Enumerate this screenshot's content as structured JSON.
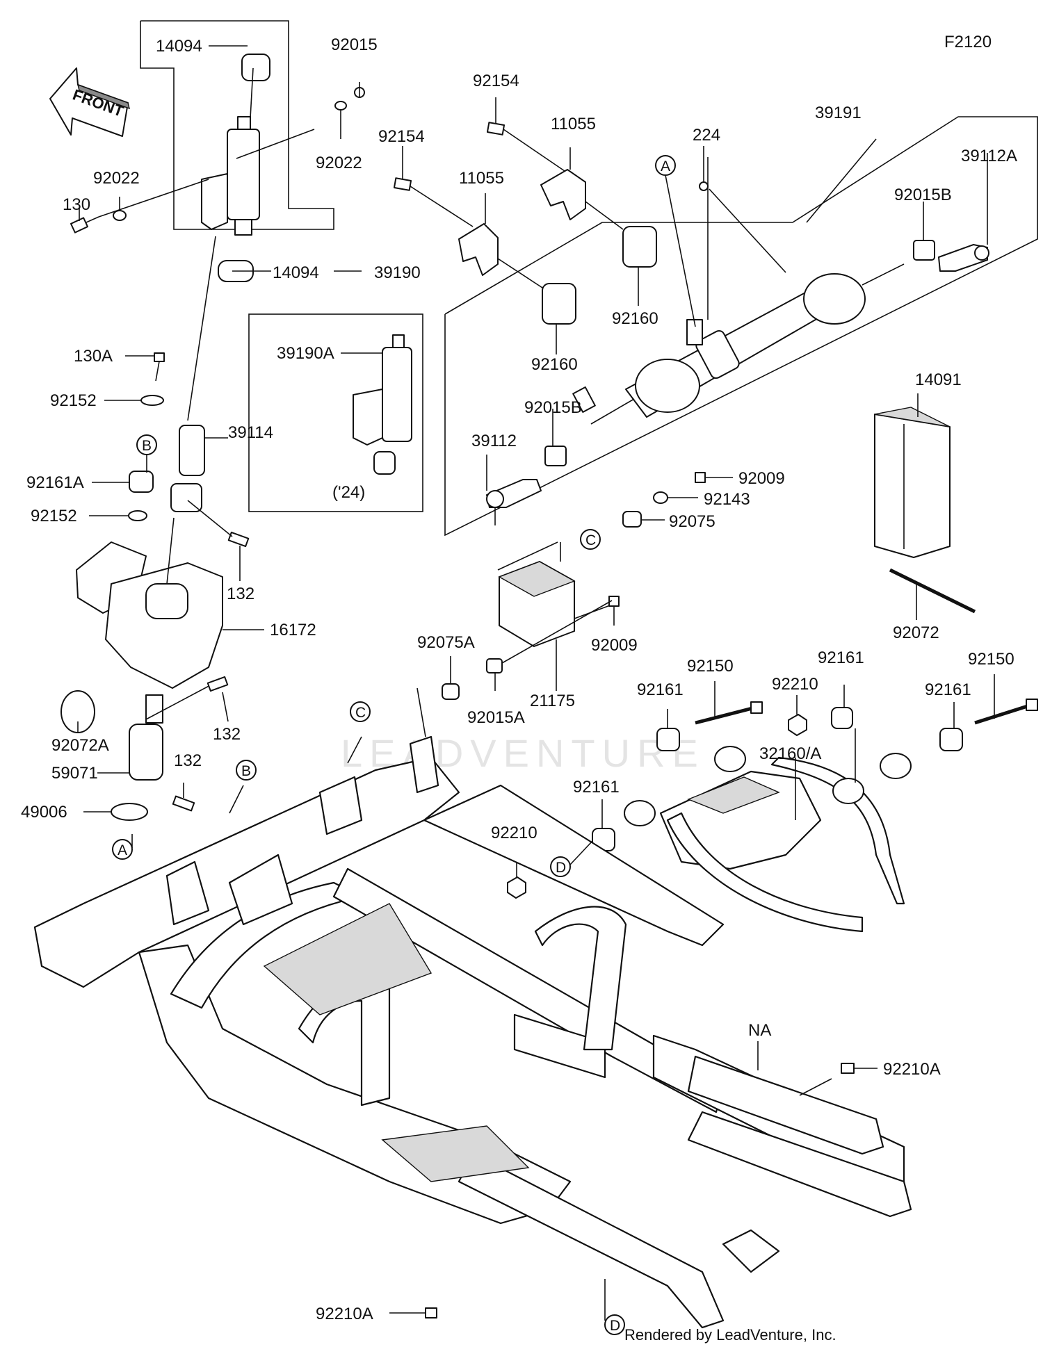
{
  "figure_code": "F2120",
  "front_label": "FRONT",
  "year_note": "('24)",
  "watermark": "LEADVENTURE",
  "credit": "Rendered by LeadVenture, Inc.",
  "callouts": {
    "A": "A",
    "B": "B",
    "C": "C",
    "D": "D"
  },
  "part_labels": {
    "p14094_top": "14094",
    "p92015": "92015",
    "p92022_right": "92022",
    "p92022_left": "92022",
    "p130": "130",
    "p14094_bottom": "14094",
    "p39190": "39190",
    "p39190A": "39190A",
    "p130A": "130A",
    "p92152_top": "92152",
    "p39114": "39114",
    "p92161A": "92161A",
    "p92152_bottom": "92152",
    "p132_top": "132",
    "p16172": "16172",
    "p92072A": "92072A",
    "p132_mid": "132",
    "p59071": "59071",
    "p132_low": "132",
    "p49006": "49006",
    "p92154_top": "92154",
    "p11055_top": "11055",
    "p92154_left": "92154",
    "p11055_left": "11055",
    "p92160_right": "92160",
    "p92160_left": "92160",
    "p224": "224",
    "p39191": "39191",
    "p39112A": "39112A",
    "p92015B_right": "92015B",
    "p92015B_left": "92015B",
    "p39112": "39112",
    "p92009_top": "92009",
    "p92143": "92143",
    "p92075": "92075",
    "p14091": "14091",
    "p92072": "92072",
    "p92075A": "92075A",
    "p92009_bottom": "92009",
    "p92015A": "92015A",
    "p21175": "21175",
    "p92150_left": "92150",
    "p92210_top": "92210",
    "p92161_top": "92161",
    "p92150_right": "92150",
    "p92161_left": "92161",
    "p92161_right": "92161",
    "p32160": "32160/A",
    "p92161_low": "92161",
    "p92210_low": "92210",
    "pNA": "NA",
    "p92210A_right": "92210A",
    "p92210A_bottom": "92210A"
  }
}
